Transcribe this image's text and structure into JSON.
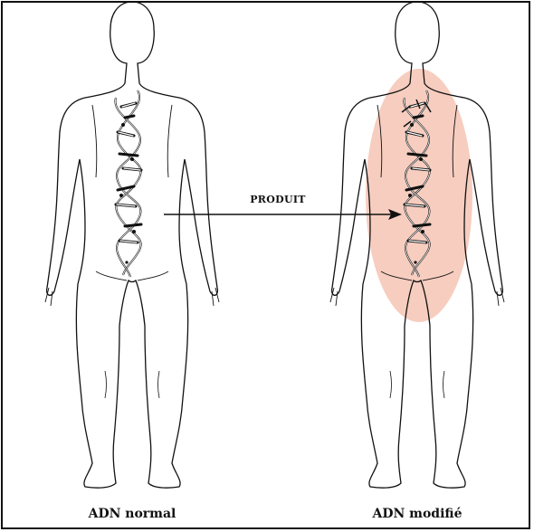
{
  "diagram": {
    "arrow_label": "PRODUIT",
    "left_caption": "ADN normal",
    "right_caption": "ADN modifié",
    "highlight_color": "#f6cdbf",
    "line_color": "#111111"
  }
}
